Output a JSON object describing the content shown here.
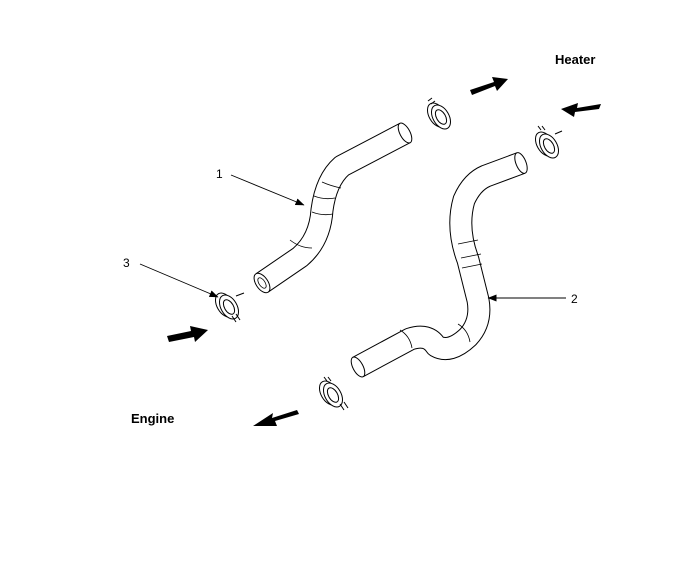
{
  "labels": {
    "heater": "Heater",
    "engine": "Engine",
    "callout_1": "1",
    "callout_2": "2",
    "callout_3": "3"
  },
  "colors": {
    "line": "#000000",
    "hose_fill": "#ffffff",
    "arrow_fill": "#000000"
  }
}
